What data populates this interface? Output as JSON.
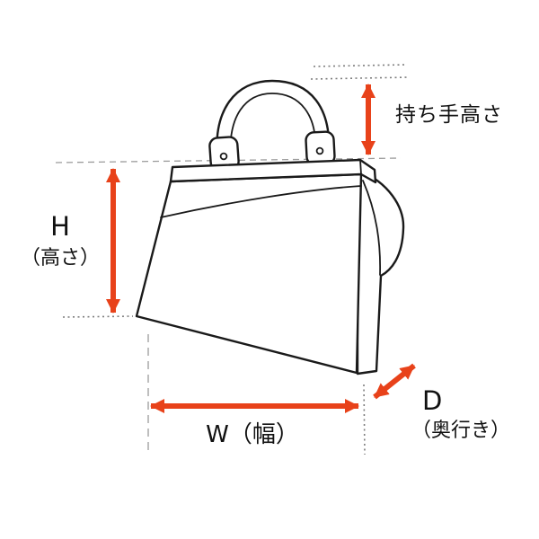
{
  "diagram": {
    "subject": "handbag-measurement-guide",
    "labels": {
      "handle_height": "持ち手高さ",
      "height_letter": "H",
      "height_sub": "（高さ）",
      "width": "W（幅）",
      "depth_letter": "D",
      "depth_sub": "（奥行き）"
    },
    "colors": {
      "arrow": "#e8421a",
      "line": "#1a1a1a",
      "guide": "#9b9b9b",
      "background": "#ffffff"
    }
  }
}
